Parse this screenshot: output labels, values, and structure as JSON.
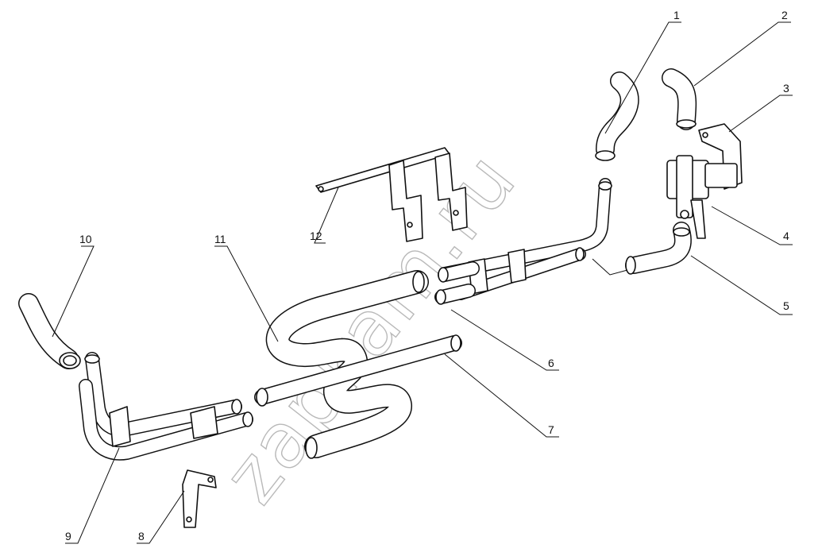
{
  "watermark": "zapkam.ru",
  "callouts": [
    {
      "id": "c1",
      "label": "1"
    },
    {
      "id": "c2",
      "label": "2"
    },
    {
      "id": "c3",
      "label": "3"
    },
    {
      "id": "c4",
      "label": "4"
    },
    {
      "id": "c5",
      "label": "5"
    },
    {
      "id": "c6",
      "label": "6"
    },
    {
      "id": "c7",
      "label": "7"
    },
    {
      "id": "c8",
      "label": "8"
    },
    {
      "id": "c9",
      "label": "9"
    },
    {
      "id": "c10",
      "label": "10"
    },
    {
      "id": "c11",
      "label": "11"
    },
    {
      "id": "c12",
      "label": "12"
    }
  ]
}
